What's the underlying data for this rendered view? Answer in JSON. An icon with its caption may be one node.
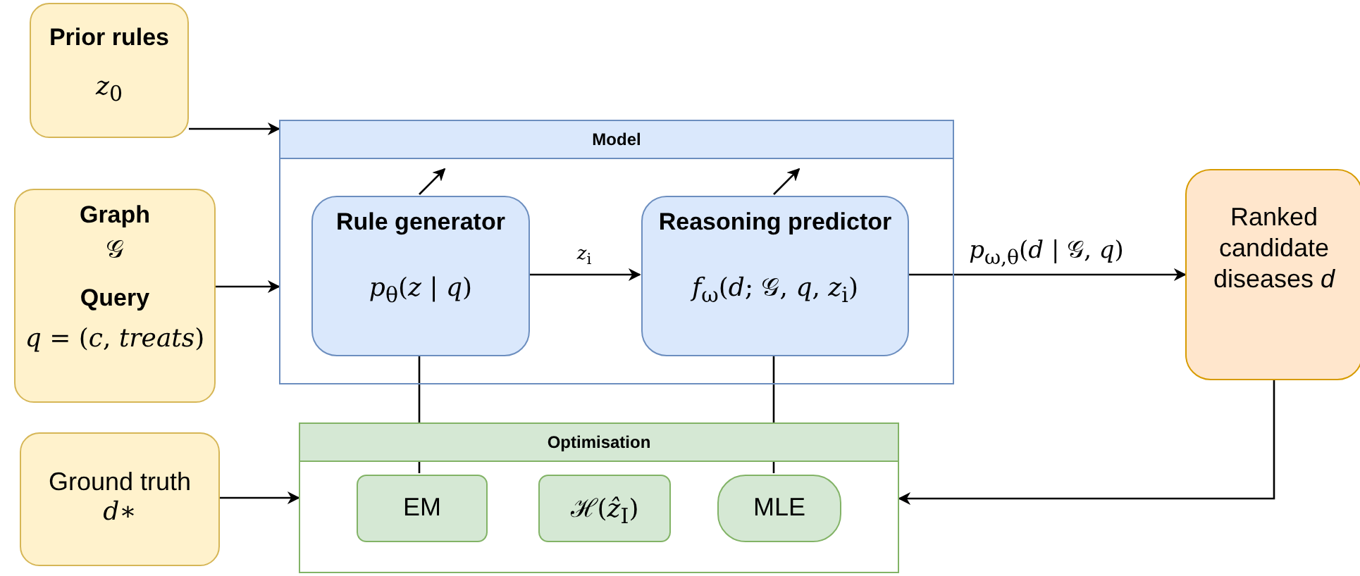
{
  "diagram": {
    "nodes": [
      {
        "text": [
          "Prior rules",
          "*z*$_{0}$"
        ]
      },
      {
        "text": [
          "Graph",
          "𝒢",
          "Query",
          "*q* = (*c*, *treats*)"
        ]
      },
      {
        "text": [
          "Model"
        ]
      },
      {
        "text": [
          "Rule generator",
          "*p*$_{θ}$(*z* | *q*)"
        ],
        "in": 2
      },
      {
        "text": [
          "Reasoning predictor",
          "*f*$_{ω}$(*d*; 𝒢, *q*, *z*$_{i}$)"
        ],
        "in": 2
      },
      {
        "text": [
          "Ranked candidate diseases *d*"
        ]
      },
      {
        "text": [
          "Ground truth",
          "*d*∗"
        ]
      },
      {
        "text": [
          "Optimisation"
        ]
      },
      {
        "text": [
          "EM"
        ],
        "in": 7
      },
      {
        "text": [
          "ℋ(*ẑ*$_{I}$)"
        ],
        "in": 7
      },
      {
        "text": [
          "MLE"
        ],
        "in": 7
      }
    ],
    "edges": [
      {
        "from": 0,
        "to": 2,
        "arrow": "to"
      },
      {
        "from": 1,
        "to": 2,
        "arrow": "to"
      },
      {
        "from": 3,
        "to": 4,
        "arrow": "to",
        "label": "*z*$_{i}$"
      },
      {
        "from": 4,
        "to": 5,
        "arrow": "to",
        "label": "*p*$_{ω,θ}$(*d* | 𝒢, *q*)"
      },
      {
        "from": 3,
        "to": 8,
        "arrow": "none"
      },
      {
        "from": 4,
        "to": 10,
        "arrow": "none"
      },
      {
        "from": 6,
        "to": 7,
        "arrow": "to"
      },
      {
        "from": 5,
        "to": 7,
        "arrow": "to"
      },
      {
        "from": 3,
        "to": null,
        "arrow": "to"
      },
      {
        "from": 4,
        "to": null,
        "arrow": "to"
      }
    ]
  }
}
